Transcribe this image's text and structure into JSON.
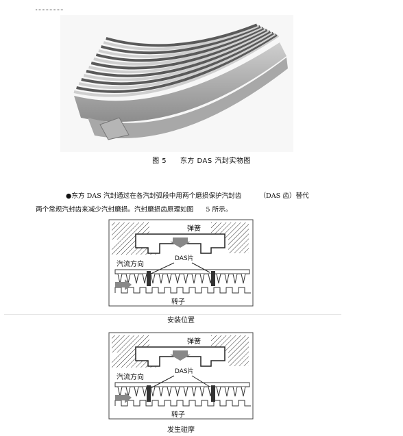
{
  "figure5": {
    "number": "图 5",
    "title": "东方 DAS 汽封实物图"
  },
  "paragraph": {
    "line1_a": "●东方  DAS 汽封通过在各汽封弧段中用两个磨损保护汽封齿",
    "line1_b": "（DAS 齿）替代",
    "line2_a": "两个常规汽封齿来减少汽封磨损。汽封磨损齿原理如图",
    "line2_b": "5 所示。"
  },
  "diagram_labels": {
    "spring": "弹簧",
    "flow_direction": "汽流方向",
    "das_piece": "DAS片",
    "rotor": "转子"
  },
  "captions": {
    "installed": "安装位置",
    "collision": "发生碰摩"
  }
}
